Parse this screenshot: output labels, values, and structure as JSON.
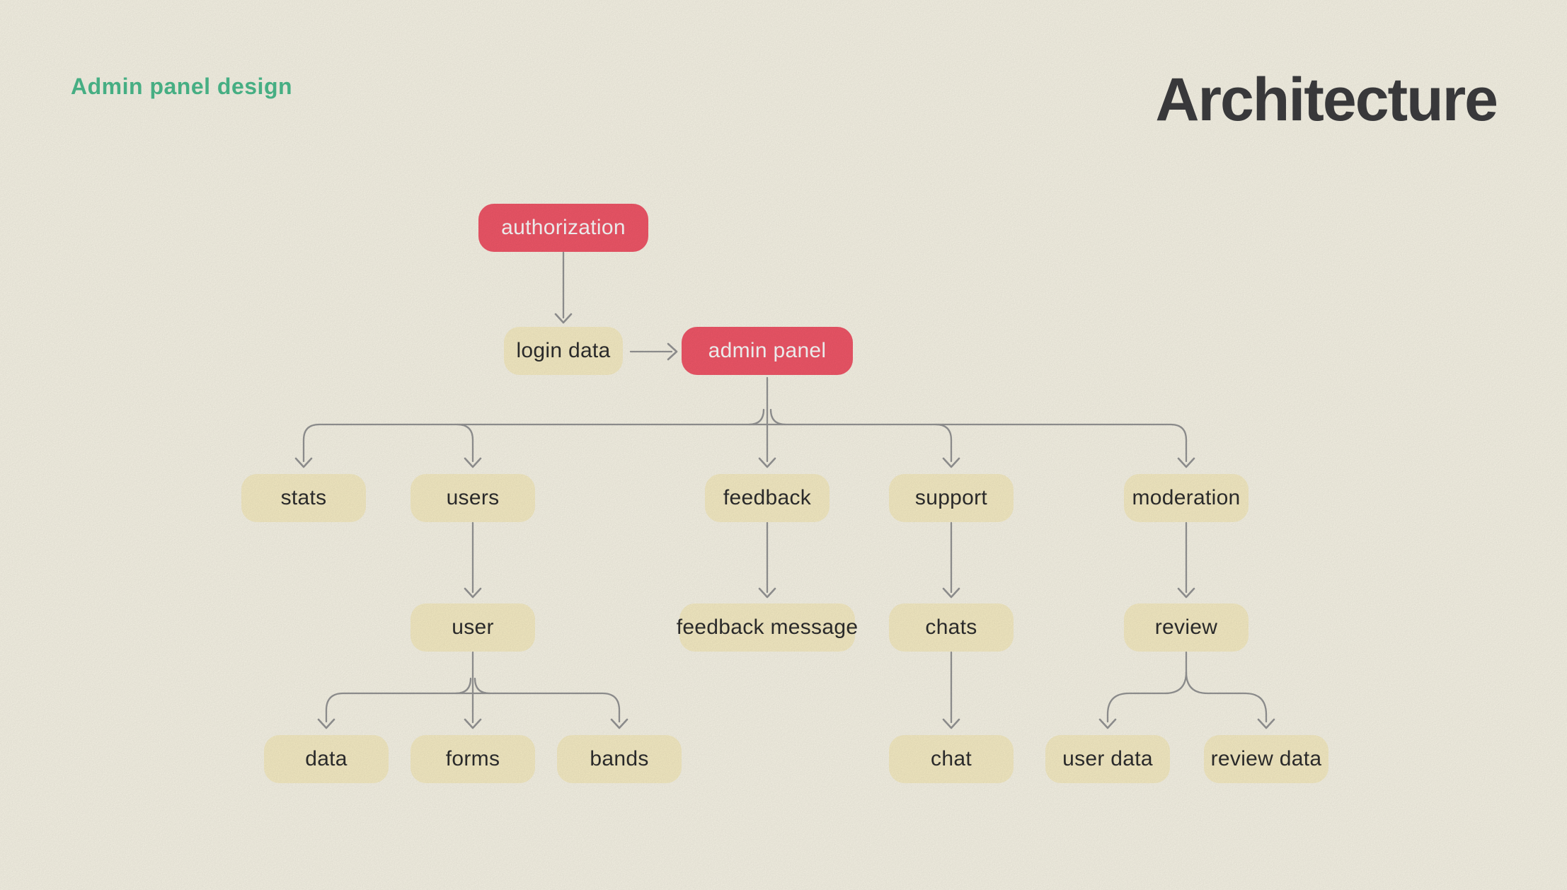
{
  "page": {
    "project_label": "Admin panel design",
    "title": "Architecture"
  },
  "colors": {
    "background": "#fbf8ea",
    "node_fill": "#faf0c8",
    "node_text": "#2e2e2e",
    "accent_fill": "#f4586a",
    "accent_text": "#ffffff",
    "connector": "#979797",
    "project_label_color": "#4dbe8f",
    "title_color": "#3e3e40"
  },
  "diagram": {
    "nodes": {
      "authorization": {
        "label": "authorization",
        "type": "accent"
      },
      "login_data": {
        "label": "login data",
        "type": "default"
      },
      "admin_panel": {
        "label": "admin panel",
        "type": "accent"
      },
      "stats": {
        "label": "stats",
        "type": "default"
      },
      "users": {
        "label": "users",
        "type": "default"
      },
      "feedback": {
        "label": "feedback",
        "type": "default"
      },
      "support": {
        "label": "support",
        "type": "default"
      },
      "moderation": {
        "label": "moderation",
        "type": "default"
      },
      "user": {
        "label": "user",
        "type": "default"
      },
      "feedback_message": {
        "label": "feedback message",
        "type": "default"
      },
      "chats": {
        "label": "chats",
        "type": "default"
      },
      "review": {
        "label": "review",
        "type": "default"
      },
      "data": {
        "label": "data",
        "type": "default"
      },
      "forms": {
        "label": "forms",
        "type": "default"
      },
      "bands": {
        "label": "bands",
        "type": "default"
      },
      "chat": {
        "label": "chat",
        "type": "default"
      },
      "user_data": {
        "label": "user data",
        "type": "default"
      },
      "review_data": {
        "label": "review data",
        "type": "default"
      }
    },
    "edges": [
      {
        "from": "authorization",
        "to": "login_data"
      },
      {
        "from": "login_data",
        "to": "admin_panel"
      },
      {
        "from": "admin_panel",
        "to": "stats"
      },
      {
        "from": "admin_panel",
        "to": "users"
      },
      {
        "from": "admin_panel",
        "to": "feedback"
      },
      {
        "from": "admin_panel",
        "to": "support"
      },
      {
        "from": "admin_panel",
        "to": "moderation"
      },
      {
        "from": "users",
        "to": "user"
      },
      {
        "from": "feedback",
        "to": "feedback_message"
      },
      {
        "from": "support",
        "to": "chats"
      },
      {
        "from": "moderation",
        "to": "review"
      },
      {
        "from": "user",
        "to": "data"
      },
      {
        "from": "user",
        "to": "forms"
      },
      {
        "from": "user",
        "to": "bands"
      },
      {
        "from": "chats",
        "to": "chat"
      },
      {
        "from": "review",
        "to": "user_data"
      },
      {
        "from": "review",
        "to": "review_data"
      }
    ]
  }
}
